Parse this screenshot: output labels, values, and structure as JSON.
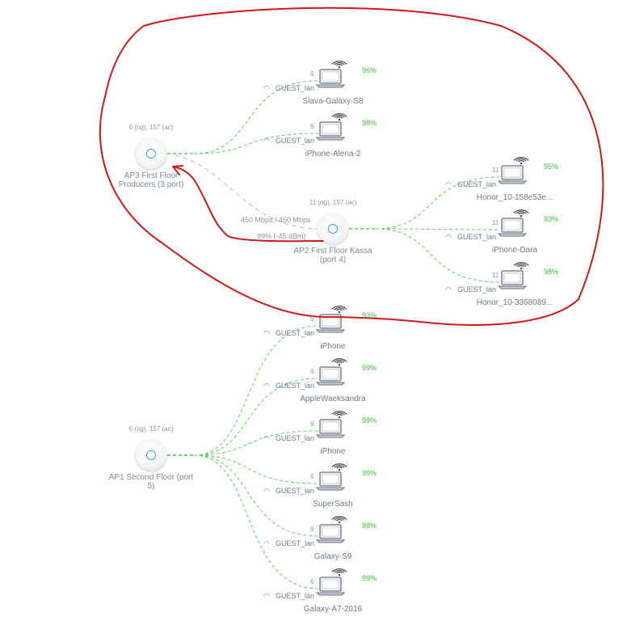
{
  "aps": [
    {
      "id": "ap3",
      "name": "AP3 First Floor Producers (3 port)",
      "channels": "6 (ng), 157 (ac)"
    },
    {
      "id": "ap2",
      "name": "AP2 First Floor Kassa (port 4)",
      "channels": "11 (ng), 157 (ac)"
    },
    {
      "id": "ap1",
      "name": "AP1 Second Floor (port 5)",
      "channels": "6 (ng), 157 (ac)"
    }
  ],
  "uplink": {
    "rate": "450 Mbps / 450 Mbps",
    "signal": "99% (-45 dBm)"
  },
  "clients": [
    {
      "name": "Slava-Galaxy-S8",
      "channel": "6",
      "ssid": "GUEST_lan",
      "signal": "96%"
    },
    {
      "name": "iPhone-Alena-2",
      "channel": "6",
      "ssid": "GUEST_lan",
      "signal": "98%"
    },
    {
      "name": "Honor_10-158e53e...",
      "channel": "11",
      "ssid": "GUEST_lan",
      "signal": "95%"
    },
    {
      "name": "iPhone-Dara",
      "channel": "11",
      "ssid": "GUEST_lan",
      "signal": "93%"
    },
    {
      "name": "Honor_10-3368089...",
      "channel": "11",
      "ssid": "GUEST_lan",
      "signal": "98%"
    },
    {
      "name": "iPhone",
      "channel": "6",
      "ssid": "GUEST_lan",
      "signal": "93%"
    },
    {
      "name": "AppleWaeksandra",
      "channel": "6",
      "ssid": "GUEST_lan",
      "signal": "99%"
    },
    {
      "name": "iPhone",
      "channel": "6",
      "ssid": "GUEST_lan",
      "signal": "99%"
    },
    {
      "name": "SuperSash",
      "channel": "6",
      "ssid": "GUEST_lan",
      "signal": "99%"
    },
    {
      "name": "Galaxy-S9",
      "channel": "6",
      "ssid": "GUEST_lan",
      "signal": "98%"
    },
    {
      "name": "Galaxy-A7-2016",
      "channel": "6",
      "ssid": "GUEST_lan",
      "signal": "99%"
    }
  ],
  "colors": {
    "link": "#5fd35f",
    "uplink": "#b8bcc2",
    "annotation": "#d01818",
    "signal": "#3bbf3b"
  }
}
